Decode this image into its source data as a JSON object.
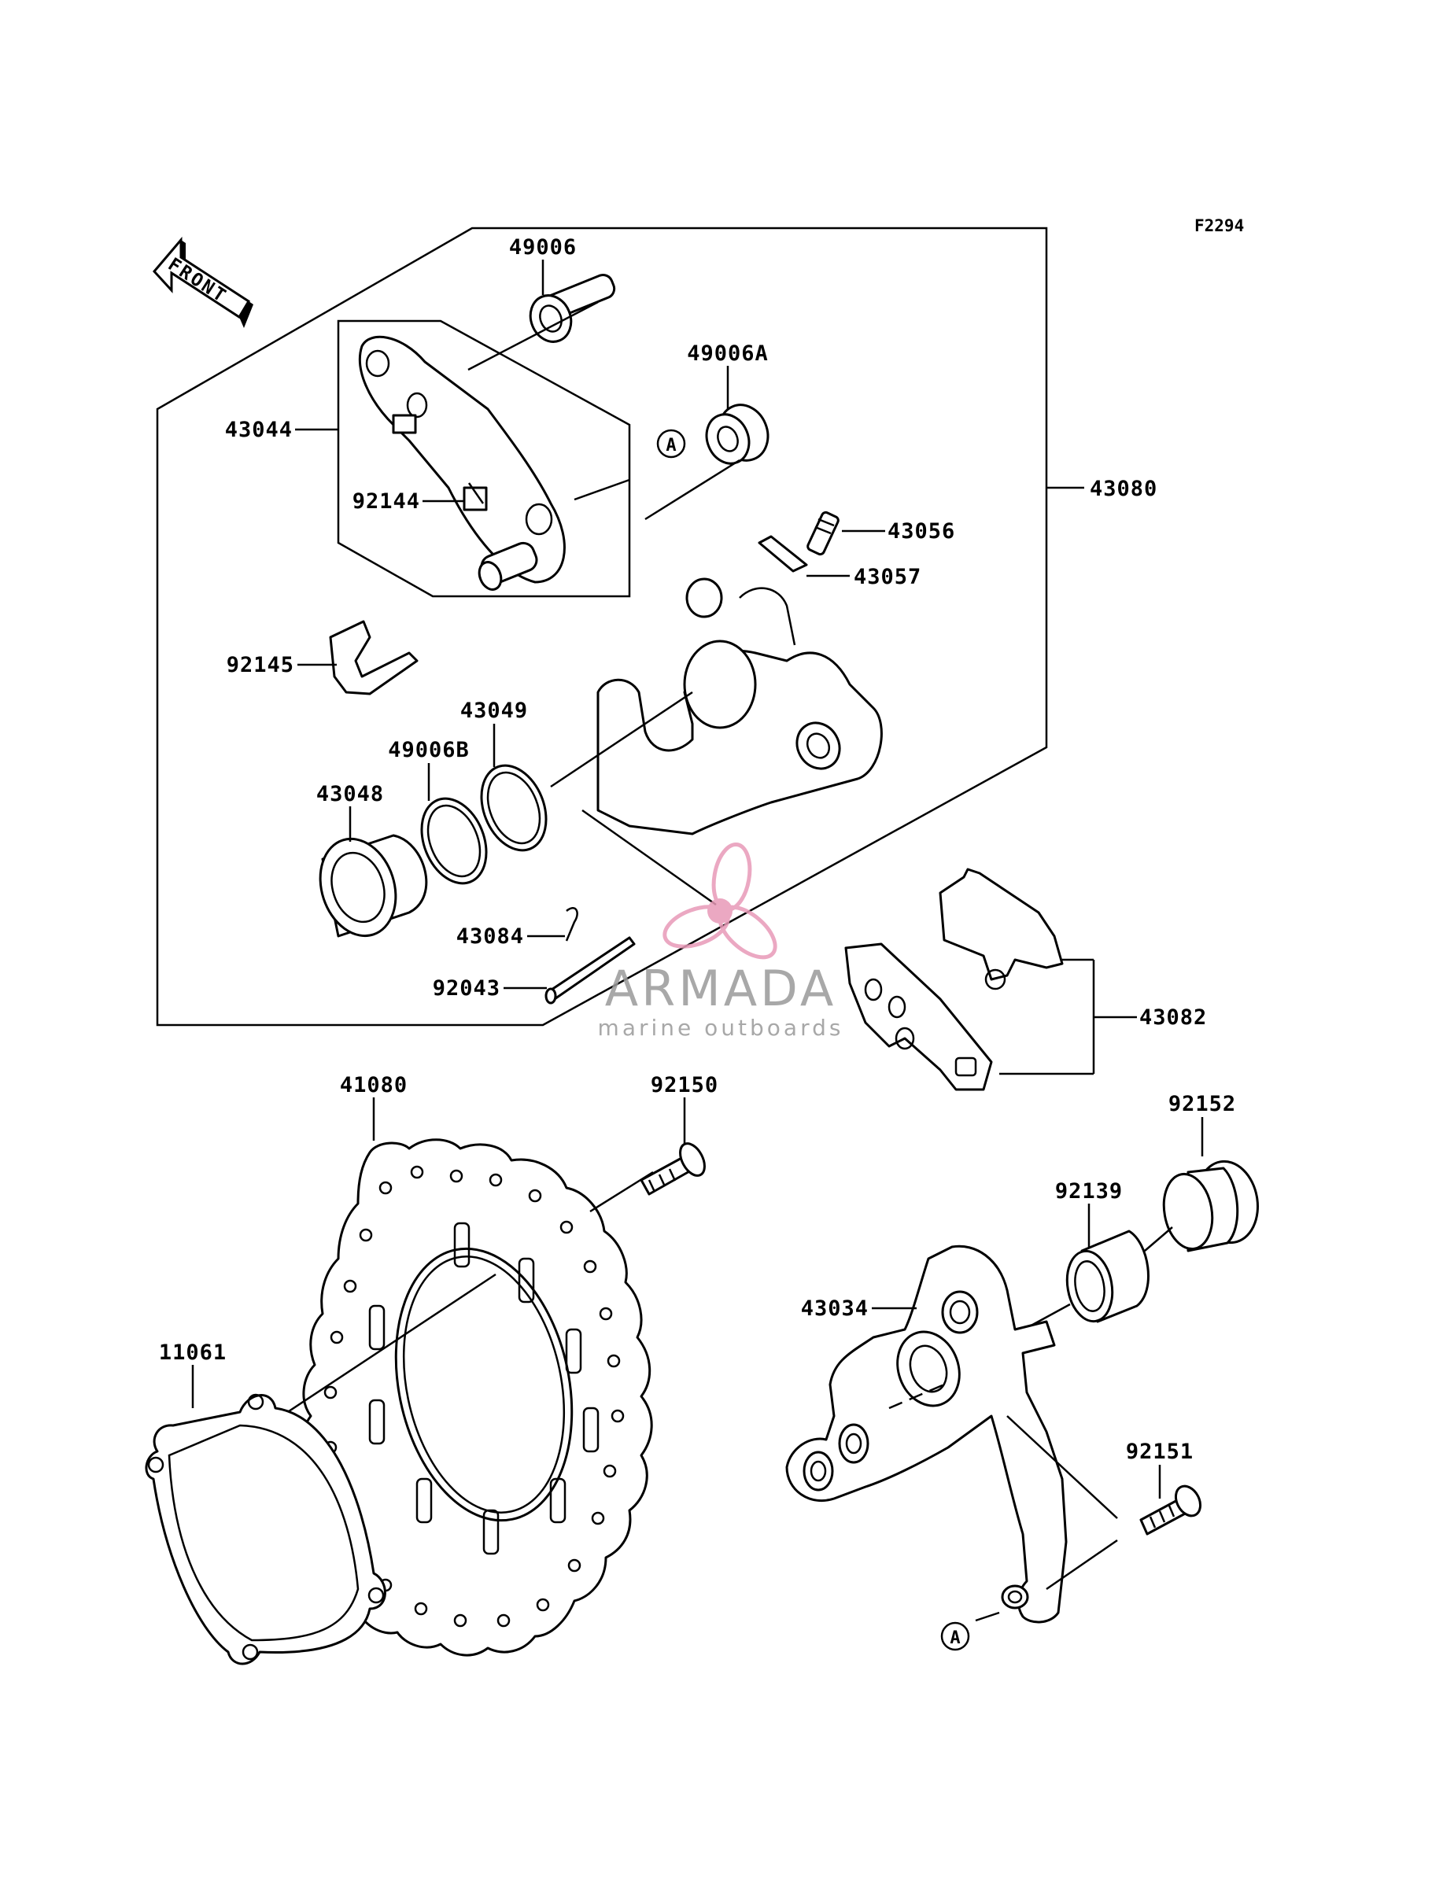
{
  "diagram_code": "F2294",
  "front_label": "FRONT",
  "callouts": [
    {
      "id": "49006",
      "text": "49006"
    },
    {
      "id": "49006A",
      "text": "49006A"
    },
    {
      "id": "43044",
      "text": "43044"
    },
    {
      "id": "92144",
      "text": "92144"
    },
    {
      "id": "43080",
      "text": "43080"
    },
    {
      "id": "43056",
      "text": "43056"
    },
    {
      "id": "43057",
      "text": "43057"
    },
    {
      "id": "92145",
      "text": "92145"
    },
    {
      "id": "43049",
      "text": "43049"
    },
    {
      "id": "49006B",
      "text": "49006B"
    },
    {
      "id": "43048",
      "text": "43048"
    },
    {
      "id": "43084",
      "text": "43084"
    },
    {
      "id": "92043",
      "text": "92043"
    },
    {
      "id": "43082",
      "text": "43082"
    },
    {
      "id": "41080",
      "text": "41080"
    },
    {
      "id": "92150",
      "text": "92150"
    },
    {
      "id": "92152",
      "text": "92152"
    },
    {
      "id": "92139",
      "text": "92139"
    },
    {
      "id": "43034",
      "text": "43034"
    },
    {
      "id": "11061",
      "text": "11061"
    },
    {
      "id": "92151",
      "text": "92151"
    }
  ],
  "reference_marks": [
    "A",
    "A"
  ],
  "watermark": {
    "brand": "ARMADA",
    "tagline": "marine outboards",
    "accent_color": "#e89ab8",
    "text_color": "#999999"
  }
}
